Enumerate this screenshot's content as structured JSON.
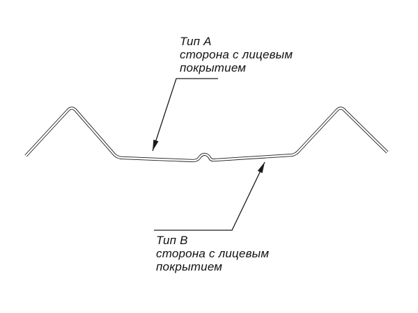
{
  "diagram": {
    "description": "Technical cross-section drawing of a metal profile sheet with two leader callouts",
    "colors": {
      "line": "#1a1a1a",
      "background": "#ffffff"
    }
  },
  "labels": {
    "top": {
      "lines": [
        "Тип А",
        "сторона с лицевым",
        "покрытием"
      ]
    },
    "bottom": {
      "lines": [
        "Тип В",
        "сторона с лицевым",
        "покрытием"
      ]
    }
  }
}
